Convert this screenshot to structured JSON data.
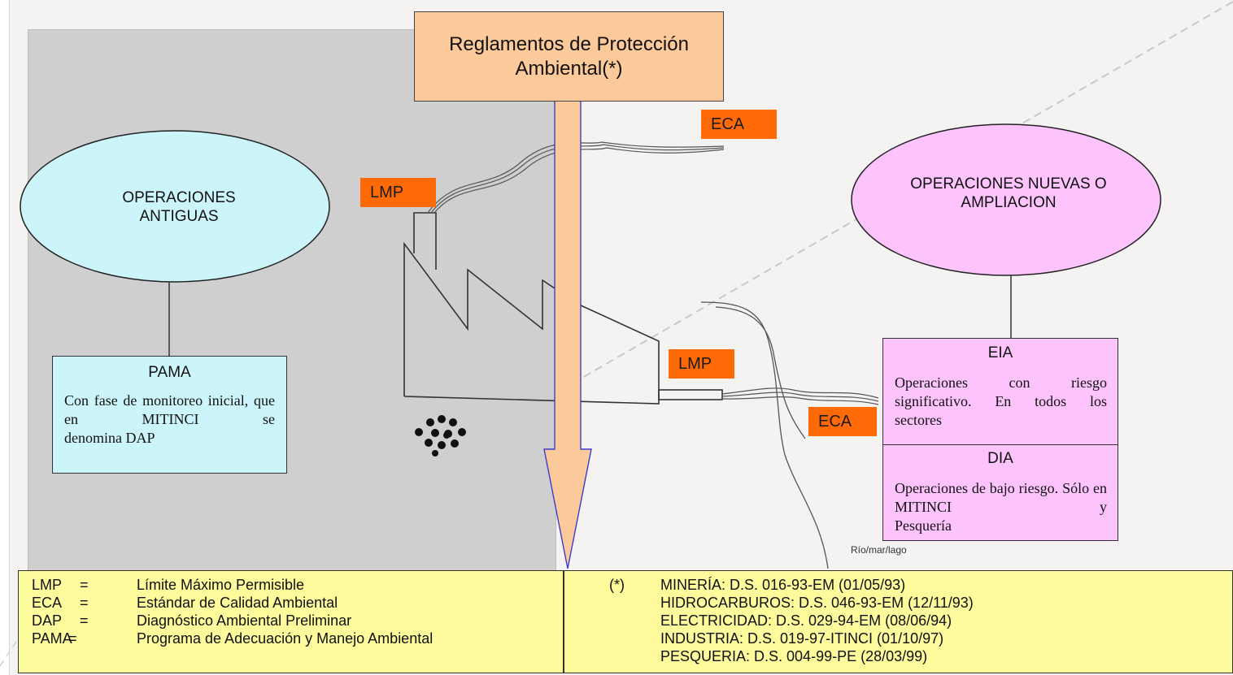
{
  "title": "Reglamentos de Protección Ambiental(*)",
  "tags": {
    "eca_top": "ECA",
    "lmp_stack": "LMP",
    "lmp_pipe": "LMP",
    "eca_river": "ECA"
  },
  "old_operations": {
    "label": "OPERACIONES ANTIGUAS",
    "box_title": "PAMA",
    "box_text": "Con fase de monitoreo inicial, que en MITINCI se",
    "box_text_last": "denomina DAP"
  },
  "new_operations": {
    "label": "OPERACIONES NUEVAS O AMPLIACION",
    "eia_title": "EIA",
    "eia_text": "Operaciones con riesgo significativo. En todos los",
    "eia_text_last": "sectores",
    "dia_title": "DIA",
    "dia_text": "Operaciones de bajo riesgo. Sólo en MITINCI y",
    "dia_text_last": "Pesquería"
  },
  "water_label": "Río/mar/lago",
  "legend": {
    "abbreviations": [
      {
        "abbr": "LMP",
        "sep": "=",
        "meaning": "Límite Máximo Permisible"
      },
      {
        "abbr": "ECA",
        "sep": "=",
        "meaning": "Estándar de Calidad Ambiental"
      },
      {
        "abbr": "DAP",
        "sep": "=",
        "meaning": "Diagnóstico Ambiental Preliminar"
      },
      {
        "abbr": "PAMA",
        "sep": "=",
        "meaning": "Programa de Adecuación y Manejo Ambiental"
      }
    ],
    "note_marker": "(*)",
    "regulations": [
      "MINERÍA:  D.S. 016-93-EM (01/05/93)",
      "HIDROCARBUROS:  D.S. 046-93-EM (12/11/93)",
      "ELECTRICIDAD:  D.S. 029-94-EM (08/06/94)",
      "INDUSTRIA:  D.S. 019-97-ITINCI (01/10/97)",
      "PESQUERIA:  D.S. 004-99-PE (28/03/99)"
    ]
  },
  "colors": {
    "title_fill": "#fbc99a",
    "tag_fill": "#ff6a06",
    "old_ops_fill": "#ccf5fb",
    "new_ops_fill": "#fcc3fc",
    "legend_fill": "#fdfb9b",
    "gray_panel": "#cfcfcf"
  }
}
